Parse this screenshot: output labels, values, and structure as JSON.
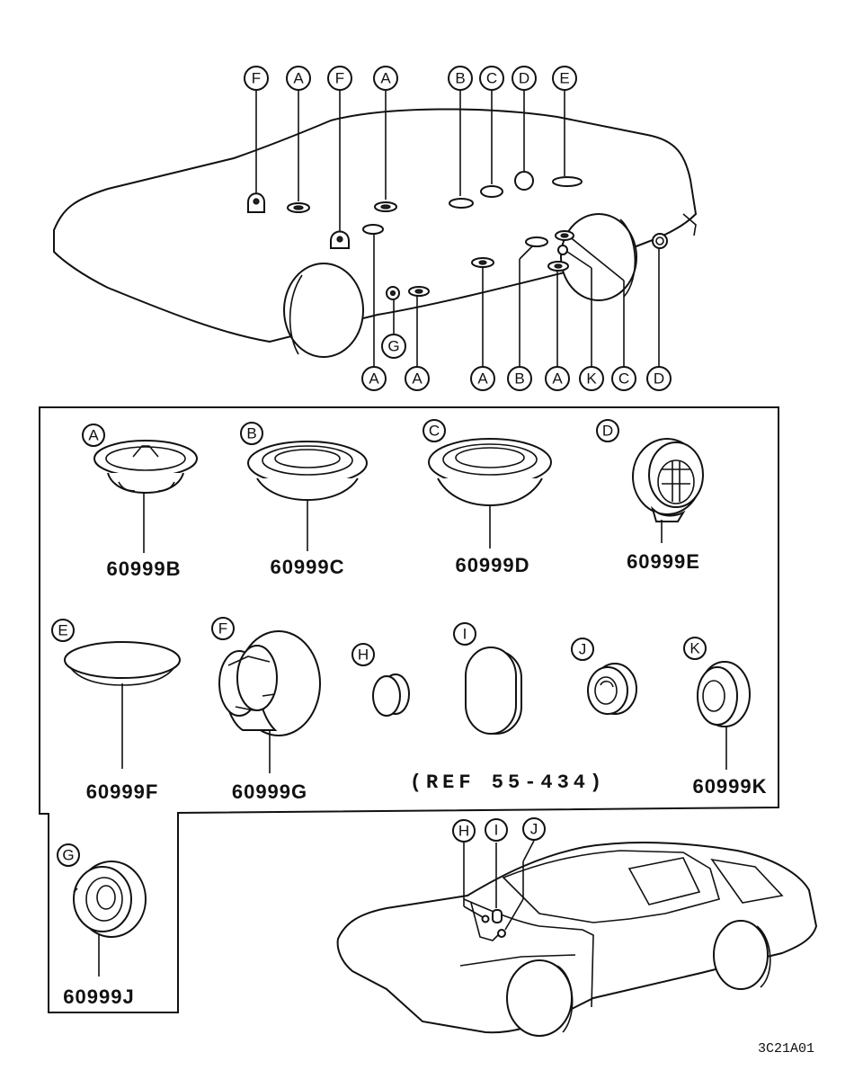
{
  "top_callouts": [
    "F",
    "A",
    "F",
    "A",
    "B",
    "C",
    "D",
    "E"
  ],
  "bottom_callouts": [
    "G",
    "A",
    "A",
    "A",
    "B",
    "A",
    "K",
    "C",
    "D"
  ],
  "parts": [
    {
      "letter": "A",
      "part_number": "60999B"
    },
    {
      "letter": "B",
      "part_number": "60999C"
    },
    {
      "letter": "C",
      "part_number": "60999D"
    },
    {
      "letter": "D",
      "part_number": "60999E"
    },
    {
      "letter": "E",
      "part_number": "60999F"
    },
    {
      "letter": "F",
      "part_number": "60999G"
    },
    {
      "letter": "H",
      "part_number": ""
    },
    {
      "letter": "I",
      "part_number": ""
    },
    {
      "letter": "J",
      "part_number": ""
    },
    {
      "letter": "K",
      "part_number": "60999K"
    },
    {
      "letter": "G",
      "part_number": "60999J"
    }
  ],
  "reference": "(REF 55-434)",
  "car_callouts": [
    "H",
    "I",
    "J"
  ],
  "drawing_code": "3C21A01"
}
